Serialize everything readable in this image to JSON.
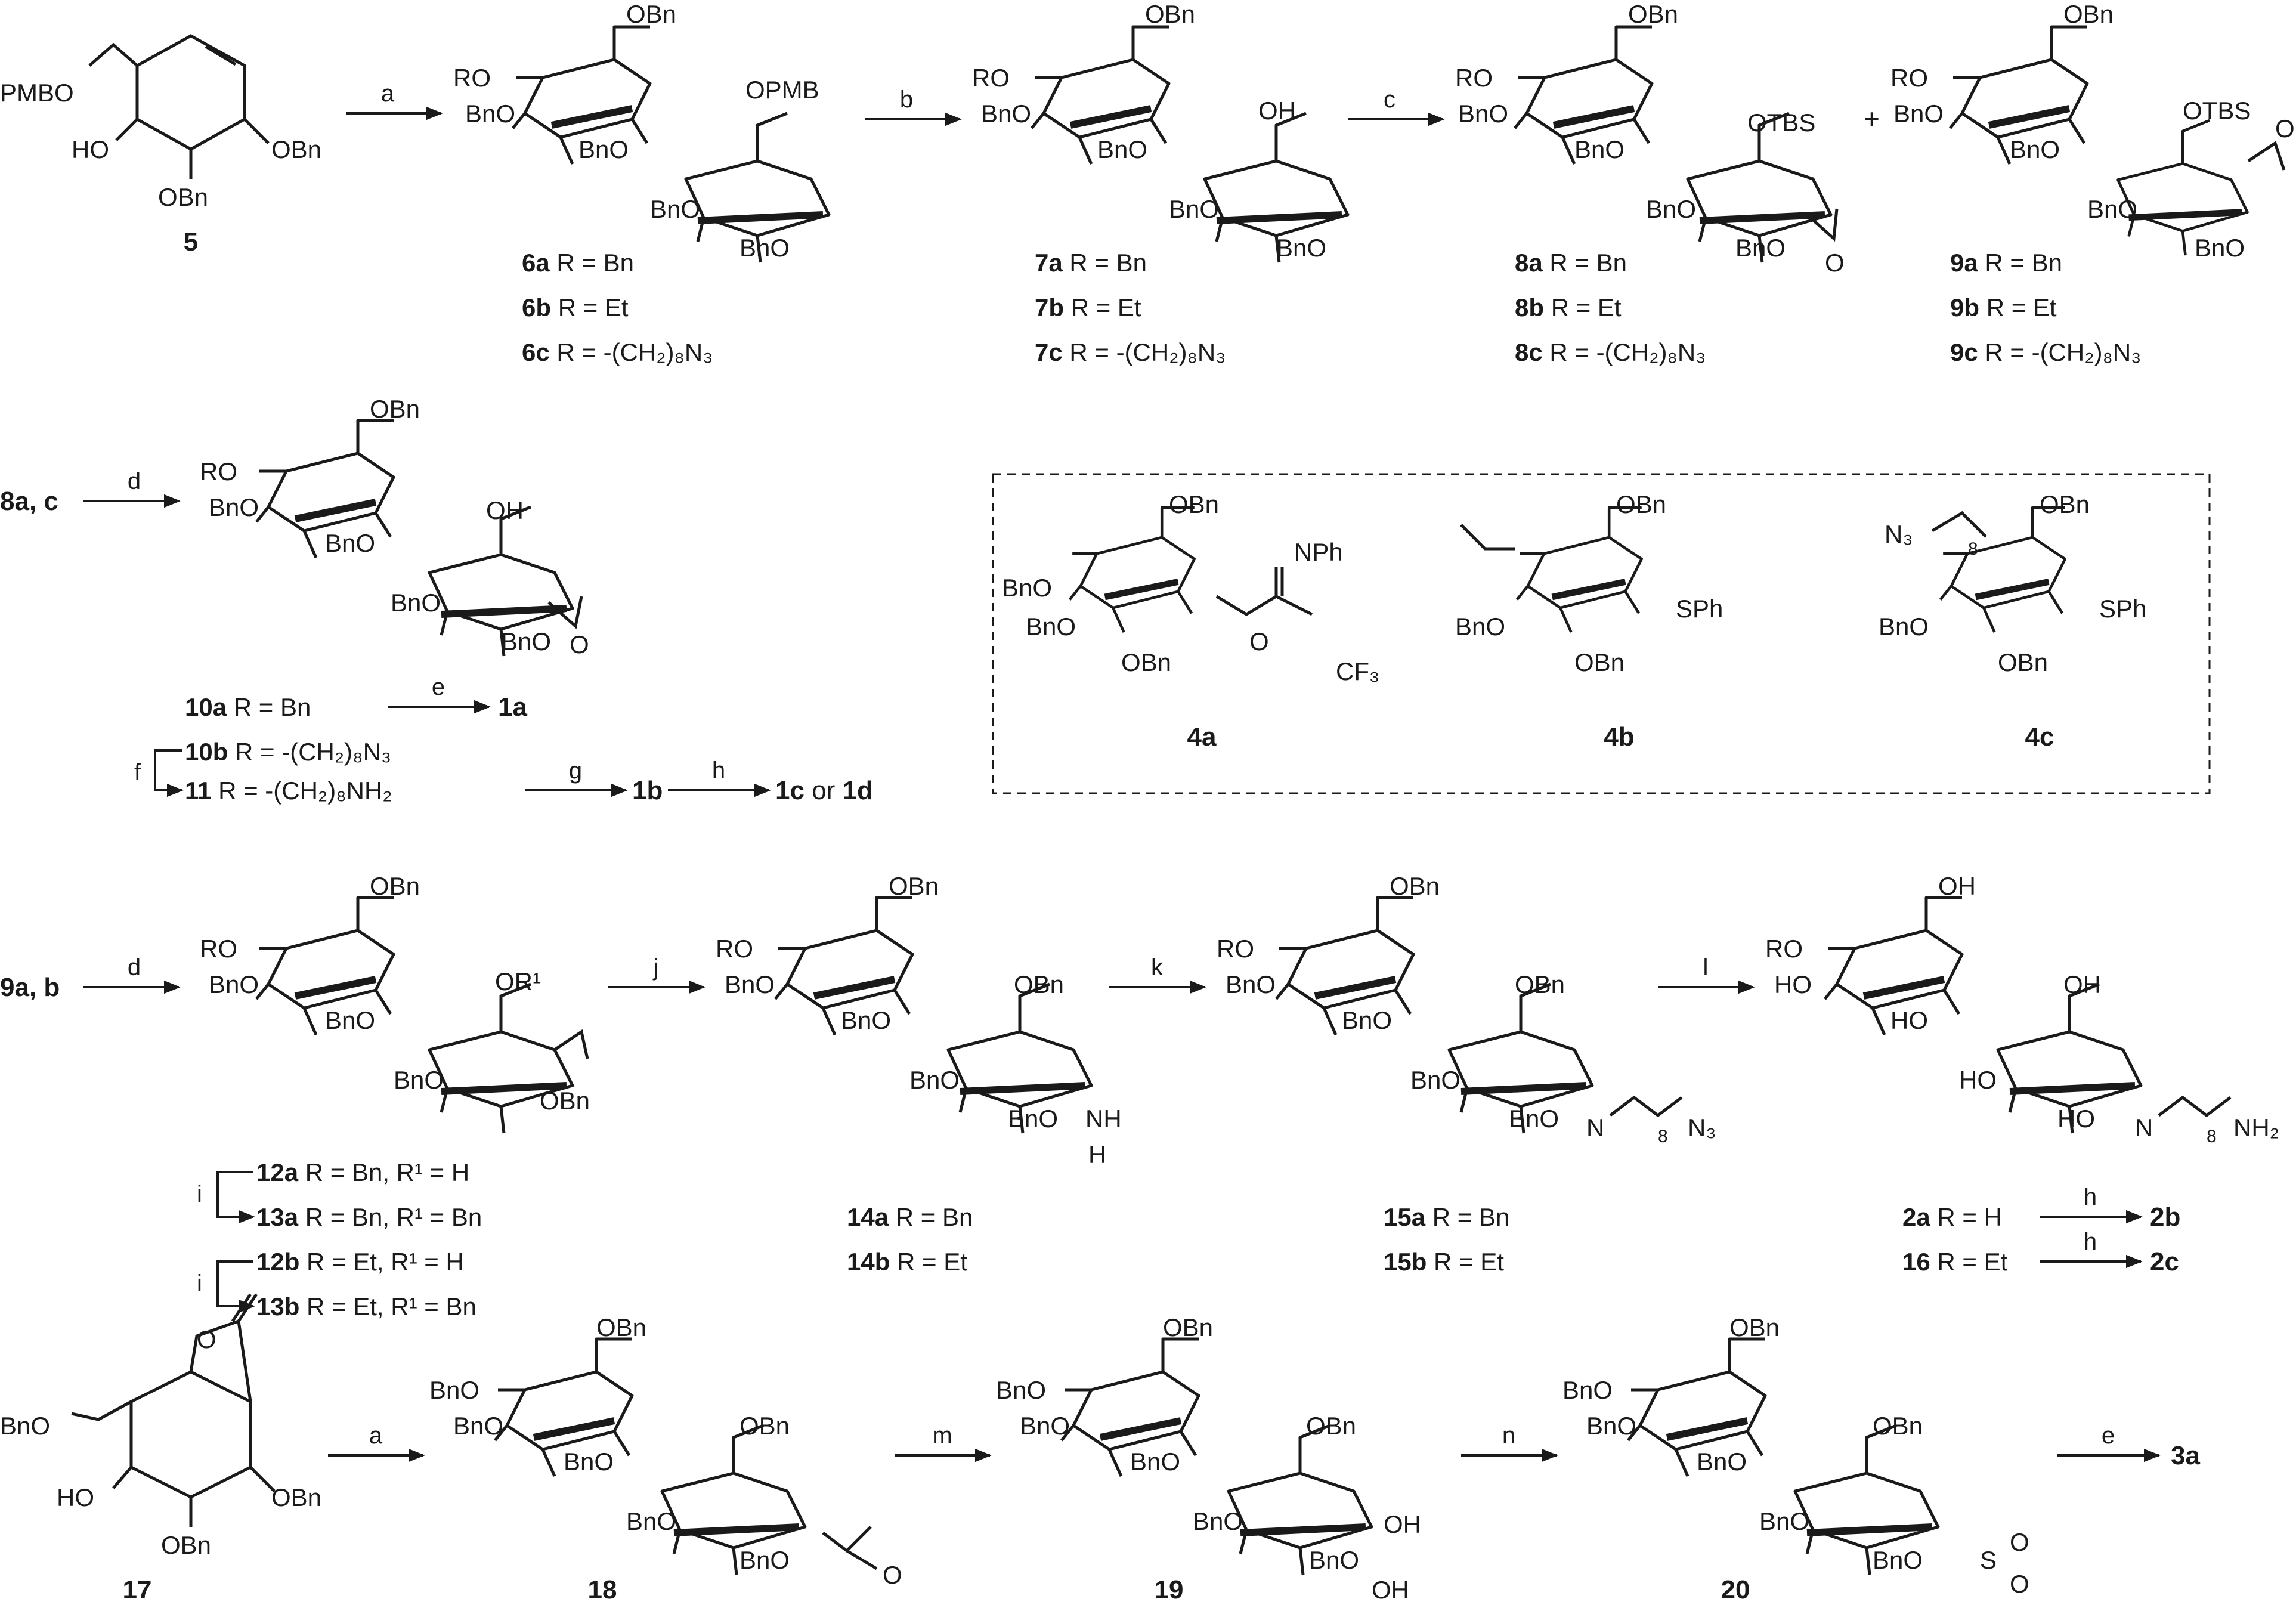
{
  "scheme": {
    "compounds": {
      "c5": {
        "substituents": {
          "pmbo": "PMBO",
          "obn_r": "OBn",
          "ho": "HO",
          "obn_b": "OBn"
        },
        "label": "5"
      },
      "c6": {
        "substituents": {
          "r_o": "RO",
          "obn_top": "OBn",
          "bno": "BnO",
          "bno2": "BnO",
          "opmb": "OPMB",
          "bno3": "BnO",
          "bno4": "BnO"
        },
        "label_a": "6a",
        "label_a_text": "R = Bn",
        "label_b": "6b",
        "label_b_text": "R = Et",
        "label_c": "6c",
        "label_c_text": "R = -(CH₂)₈N₃"
      },
      "c7": {
        "substituents": {
          "r_o": "RO",
          "obn_top": "OBn",
          "bno": "BnO",
          "bno2": "BnO",
          "oh": "OH",
          "bno3": "BnO",
          "bno4": "BnO"
        },
        "label_a": "7a",
        "label_a_text": "R = Bn",
        "label_b": "7b",
        "label_b_text": "R = Et",
        "label_c": "7c",
        "label_c_text": "R = -(CH₂)₈N₃"
      },
      "c8": {
        "substituents": {
          "r_o": "RO",
          "obn_top": "OBn",
          "bno": "BnO",
          "bno2": "BnO",
          "otbs": "OTBS",
          "bno3": "BnO",
          "bno4": "BnO",
          "o_ep": "O"
        },
        "label_a": "8a",
        "label_a_text": "R = Bn",
        "label_b": "8b",
        "label_b_text": "R = Et",
        "label_c": "8c",
        "label_c_text": "R = -(CH₂)₈N₃"
      },
      "c9": {
        "substituents": {
          "r_o": "RO",
          "obn_top": "OBn",
          "bno": "BnO",
          "bno2": "BnO",
          "otbs": "OTBS",
          "bno3": "BnO",
          "bno4": "BnO",
          "o_ep": "O"
        },
        "label_a": "9a",
        "label_a_text": "R = Bn",
        "label_b": "9b",
        "label_b_text": "R = Et",
        "label_c": "9c",
        "label_c_text": "R = -(CH₂)₈N₃"
      },
      "c10": {
        "substituents": {
          "r_o": "RO",
          "obn_top": "OBn",
          "bno": "BnO",
          "bno2": "BnO",
          "oh": "OH",
          "bno3": "BnO",
          "bno4": "BnO",
          "o_ep": "O"
        }
      },
      "c4a": {
        "substituents": {
          "obn_top": "OBn",
          "bno": "BnO",
          "bno2": "BnO",
          "nph": "NPh",
          "obn": "OBn",
          "o": "O",
          "cf3": "CF₃"
        },
        "label": "4a"
      },
      "c4b": {
        "substituents": {
          "obn_top": "OBn",
          "bno": "BnO",
          "sph": "SPh",
          "obn": "OBn"
        },
        "label": "4b"
      },
      "c4c": {
        "substituents": {
          "n3": "N₃",
          "sub8": "8",
          "obn_top": "OBn",
          "bno": "BnO",
          "sph": "SPh",
          "obn": "OBn"
        },
        "label": "4c"
      },
      "c12": {
        "substituents": {
          "r_o": "RO",
          "obn_top": "OBn",
          "bno": "BnO",
          "bno2": "BnO",
          "or1": "OR¹",
          "bno3": "BnO",
          "obn": "OBn"
        }
      },
      "c14": {
        "substituents": {
          "r_o": "RO",
          "obn_top": "OBn",
          "bno": "BnO",
          "bno2": "BnO",
          "obn_c": "OBn",
          "bno3": "BnO",
          "bno4": "BnO",
          "nh": "NH",
          "h": "H"
        },
        "label_a": "14a",
        "label_a_text": "R = Bn",
        "label_b": "14b",
        "label_b_text": "R = Et"
      },
      "c15": {
        "substituents": {
          "r_o": "RO",
          "obn_top": "OBn",
          "bno": "BnO",
          "bno2": "BnO",
          "obn_c": "OBn",
          "bno3": "BnO",
          "bno4": "BnO",
          "n": "N",
          "sub8": "8",
          "n3": "N₃"
        },
        "label_a": "15a",
        "label_a_text": "R = Bn",
        "label_b": "15b",
        "label_b_text": "R = Et"
      },
      "c2a": {
        "substituents": {
          "oh_top": "OH",
          "r_o": "RO",
          "ho": "HO",
          "ho2": "HO",
          "oh_c": "OH",
          "ho3": "HO",
          "ho4": "HO",
          "n": "N",
          "sub8": "8",
          "nh2": "NH₂"
        }
      },
      "c17": {
        "substituents": {
          "o_c": "O",
          "bno": "BnO",
          "ho": "HO",
          "obn_r": "OBn",
          "obn_b": "OBn"
        },
        "label": "17"
      },
      "c18": {
        "substituents": {
          "obn_top": "OBn",
          "bno": "BnO",
          "bno2": "BnO",
          "bno3": "BnO",
          "obn_c": "OBn",
          "bno4": "BnO",
          "bno5": "BnO",
          "o_c": "O"
        },
        "label": "18"
      },
      "c19": {
        "substituents": {
          "obn_top": "OBn",
          "bno": "BnO",
          "bno2": "BnO",
          "bno3": "BnO",
          "obn_c": "OBn",
          "bno4": "BnO",
          "bno5": "BnO",
          "oh1": "OH",
          "oh2": "OH"
        },
        "label": "19"
      },
      "c20": {
        "substituents": {
          "obn_top": "OBn",
          "bno": "BnO",
          "bno2": "BnO",
          "bno3": "BnO",
          "obn_c": "OBn",
          "bno4": "BnO",
          "bno5": "BnO",
          "s": "S",
          "o1": "O",
          "o2": "O"
        },
        "label": "20"
      }
    },
    "reagent_letters": {
      "a1": "a",
      "b": "b",
      "c": "c",
      "d1": "d",
      "e1": "e",
      "f": "f",
      "g": "g",
      "h1": "h",
      "d2": "d",
      "j": "j",
      "k": "k",
      "l": "l",
      "i1": "i",
      "i2": "i",
      "h2": "h",
      "h3": "h",
      "a2": "a",
      "m": "m",
      "n": "n",
      "e2": "e"
    },
    "plus_sign": "+",
    "row2": {
      "start_label": "8a, c",
      "line_10a": {
        "code": "10a",
        "text": "R = Bn",
        "product": "1a"
      },
      "line_10b": {
        "code": "10b",
        "text": "R = -(CH₂)₈N₃"
      },
      "line_11": {
        "code": "11",
        "text": "R = -(CH₂)₈NH₂",
        "product1": "1b",
        "product2": "1c",
        "connector": "or",
        "product3": "1d"
      }
    },
    "row3": {
      "start_label": "9a, b",
      "line_12a": {
        "code": "12a",
        "text": "R = Bn, R¹ = H"
      },
      "line_13a": {
        "code": "13a",
        "text": "R = Bn, R¹ = Bn"
      },
      "line_12b": {
        "code": "12b",
        "text": "R = Et,  R¹ = H"
      },
      "line_13b": {
        "code": "13b",
        "text": "R = Et,  R¹ = Bn"
      },
      "line_2a": {
        "code": "2a",
        "text": "R = H",
        "product": "2b"
      },
      "line_16": {
        "code": "16",
        "text": "R = Et",
        "product": "2c"
      }
    },
    "row4": {
      "product": "3a"
    }
  }
}
